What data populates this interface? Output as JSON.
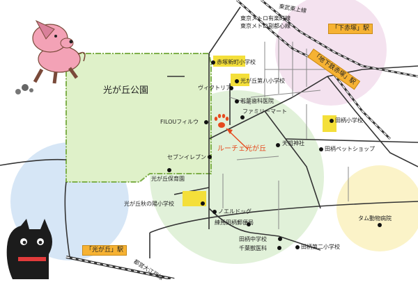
{
  "park": {
    "label": "光が丘公園"
  },
  "stations": {
    "hikarigaoka": "「光が丘」駅",
    "shimoakatsuka": "「下赤塚」駅",
    "chikatetsu_narimasu": "「地下鉄赤塚」駅"
  },
  "railways": {
    "tobu_tojo": "東武東上線",
    "metro_1": "東京メトロ有楽町線",
    "metro_2": "東京メトロ副都心線",
    "toei_oedo": "都営大江戸線"
  },
  "shop": {
    "label": "ルーチェ光が丘",
    "marker_color": "#e64a1e"
  },
  "places": {
    "akatsuka_shinmachi_elem": "赤塚新町小学校",
    "victoria": "ヴィクトリア",
    "hikarigaoka_8th_elem": "光が丘第八小学校",
    "wakaba_dental": "若葉歯科医院",
    "familymart": "ファミリーマート",
    "filou": "FILOUフィルウ",
    "seven_eleven": "セブンイレブン",
    "hikarigaoka_nursery": "光が丘保育園",
    "akinohi_elem": "光が丘秋の陽小学校",
    "noel_dog": "ノエルドッグ",
    "post_office": "練馬田柄郵便局",
    "tagara_jhs": "田柄中学校",
    "chiba_vet": "千葉獣医科",
    "tagara_2nd_elem": "田柄第二小学校",
    "tagara_elem": "田柄小学校",
    "tenso_shrine": "天祖神社",
    "tagara_pet_shop": "田柄ペットショップ",
    "tamu_hospital": "タム動物病院"
  },
  "colors": {
    "park_fill": "#dff1c9",
    "park_border": "#7fb04a",
    "school_fill": "#f4df3a",
    "station_fill": "#f6b233",
    "circle_blue": "#d6e6f6",
    "circle_green": "#dcefd2",
    "circle_pink": "#f2ddec",
    "circle_yellow": "#fbf3c8"
  },
  "icons": {
    "dog": "pink-dog-mascot-icon",
    "cat": "black-cat-mascot-icon",
    "paw": "paw-print-icon"
  }
}
